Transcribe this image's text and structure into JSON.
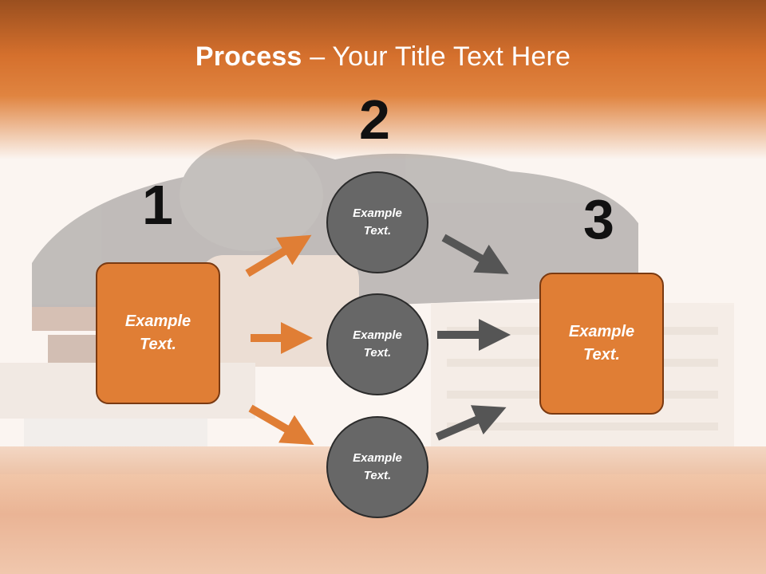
{
  "title": {
    "bold": "Process",
    "rest": " – Your Title Text Here"
  },
  "steps": [
    {
      "number": "1",
      "label_line1": "Example",
      "label_line2": "Text."
    },
    {
      "number": "2"
    },
    {
      "number": "3",
      "label_line1": "Example",
      "label_line2": "Text."
    }
  ],
  "circles": [
    {
      "line1": "Example",
      "line2": "Text."
    },
    {
      "line1": "Example",
      "line2": "Text."
    },
    {
      "line1": "Example",
      "line2": "Text."
    }
  ],
  "colors": {
    "accent_orange": "#e07e35",
    "circle_gray": "#676767",
    "arrow_orange": "#e07e35",
    "arrow_gray": "#555555"
  }
}
